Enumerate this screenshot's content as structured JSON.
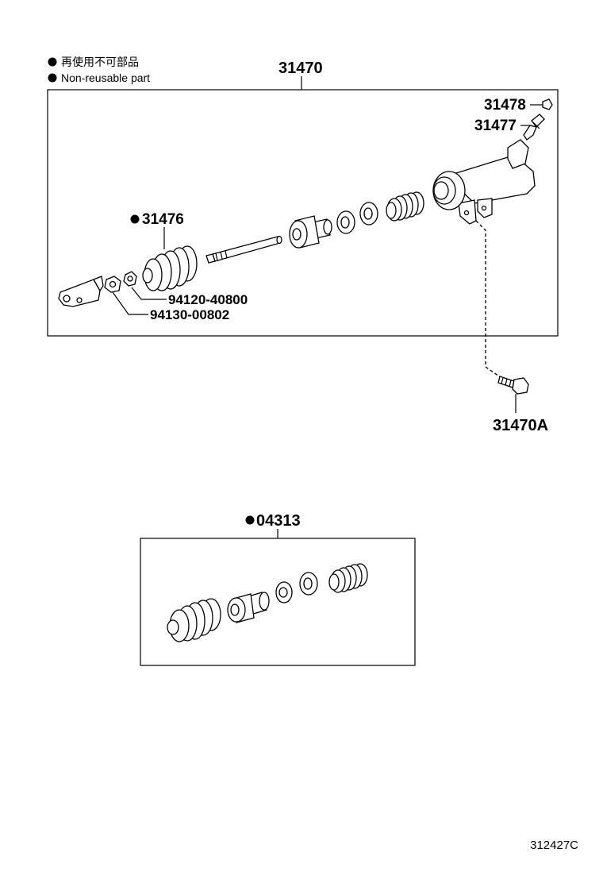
{
  "legend": {
    "line1": "再使用不可部品",
    "line2": "Non-reusable part"
  },
  "parts": {
    "assembly": "31470",
    "cap": "31478",
    "bleeder": "31477",
    "boot": "31476",
    "nut1": "94120-40800",
    "nut2": "94130-00802",
    "bolt": "31470A",
    "kit": "04313"
  },
  "footer": {
    "code": "312427C"
  }
}
